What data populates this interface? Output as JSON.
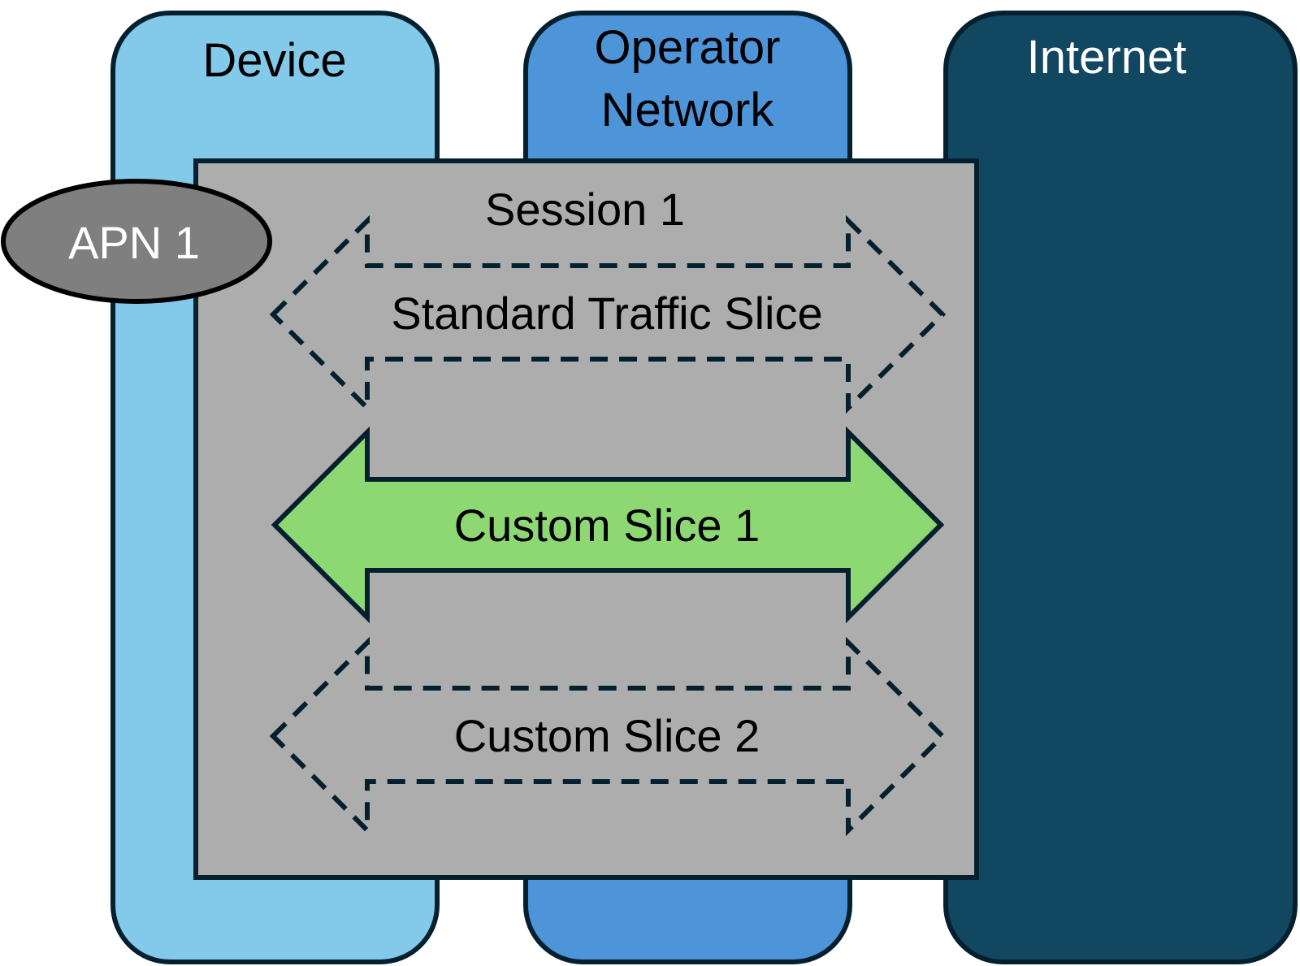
{
  "colors": {
    "outline": "#04202f",
    "device": "#82c9ea",
    "operator": "#4e94d9",
    "internet": "#114761",
    "session": "#adadad",
    "apn": "#7f7f7f",
    "custom_slice_active": "#8dd873"
  },
  "columns": [
    {
      "id": "device",
      "label": "Device"
    },
    {
      "id": "operator",
      "label_line1": "Operator",
      "label_line2": "Network"
    },
    {
      "id": "internet",
      "label": "Internet"
    }
  ],
  "apn": {
    "label": "APN 1"
  },
  "session": {
    "label": "Session 1"
  },
  "slices": [
    {
      "label": "Standard Traffic Slice",
      "style": "dashed"
    },
    {
      "label": "Custom Slice 1",
      "style": "solid"
    },
    {
      "label": "Custom Slice 2",
      "style": "dashed"
    }
  ]
}
